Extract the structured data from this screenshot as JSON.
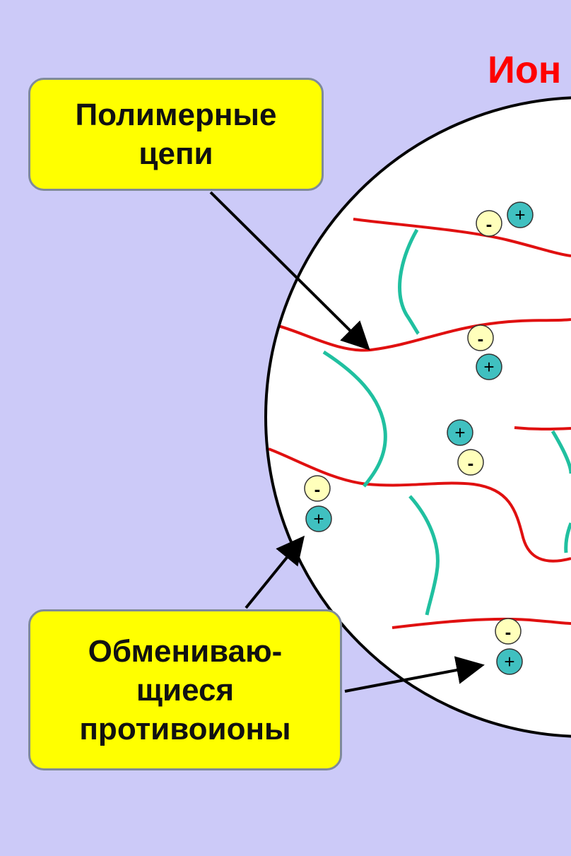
{
  "title": "Ион",
  "callouts": {
    "polymer_chains": [
      "Полимерные",
      "цепи"
    ],
    "counterions": [
      "Обмениваю-",
      "щиеся",
      "противоионы"
    ]
  },
  "ion_signs": {
    "negative": "-",
    "positive": "+"
  },
  "colors": {
    "background": "#cccaf8",
    "title": "#ff0000",
    "callout_fill": "#ffff00",
    "polymer_chain": "#e01010",
    "crosslink": "#20c0a0",
    "anion": "#ffffbb",
    "cation": "#40c0c0"
  }
}
